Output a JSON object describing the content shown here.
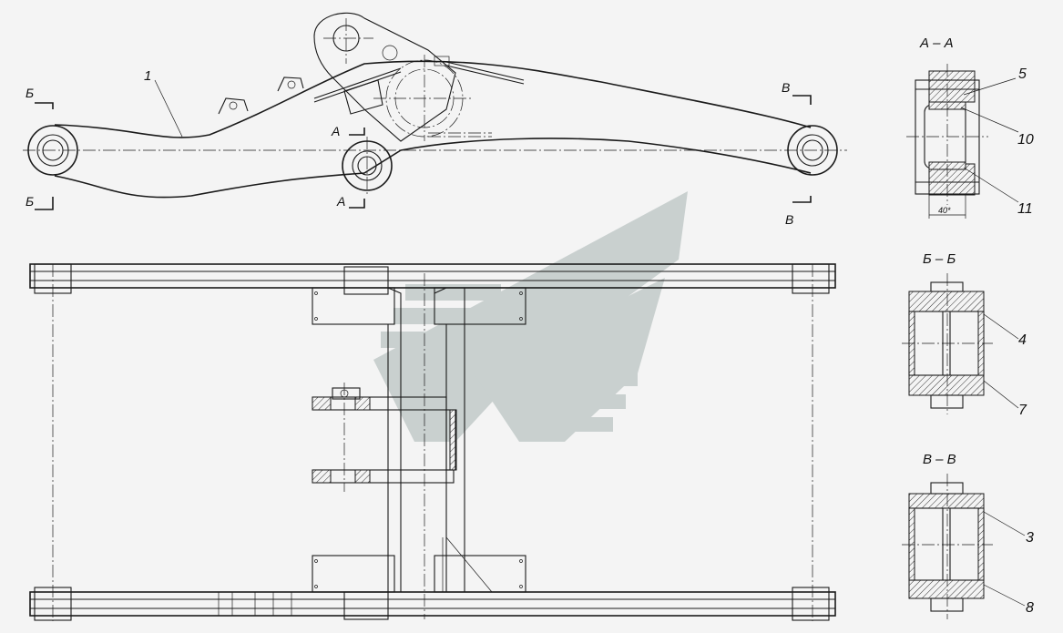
{
  "colors": {
    "background": "#f4f4f4",
    "line": "#1a1a1a",
    "watermark": "#c9d0cf"
  },
  "part_number": "1",
  "section_labels": {
    "a_left": "А",
    "a_bottom": "А",
    "b_left_top": "Б",
    "b_left_bottom": "Б",
    "v_right_top": "В",
    "v_right_bottom": "В"
  },
  "sections": [
    {
      "title": "А  –  А",
      "callouts": [
        "5",
        "10",
        "11"
      ],
      "dimension": "40*"
    },
    {
      "title": "Б  –  Б",
      "callouts": [
        "4",
        "7"
      ]
    },
    {
      "title": "В  –  В",
      "callouts": [
        "3",
        "8"
      ]
    }
  ]
}
